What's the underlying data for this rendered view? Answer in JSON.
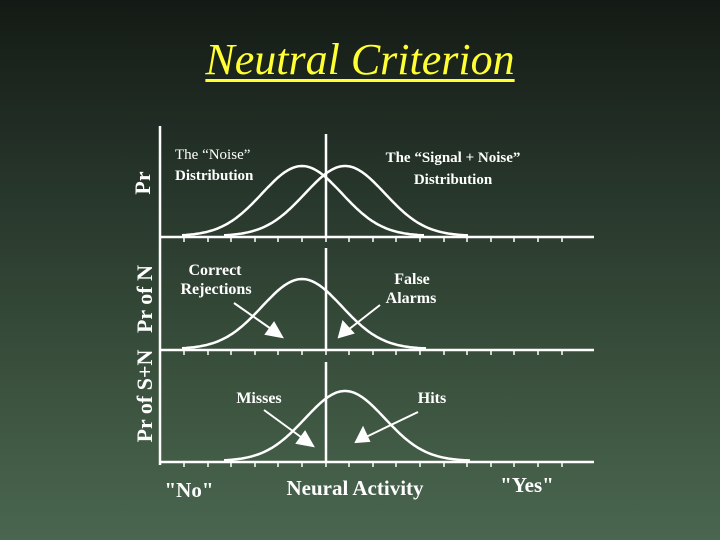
{
  "slide": {
    "title": "Neutral Criterion",
    "panels": {
      "top": {
        "ylabel": "Pr",
        "noise_label_line1": "The “Noise”",
        "noise_label_line2": "Distribution",
        "signal_label_line1": "The “Signal + Noise”",
        "signal_label_line2": "Distribution"
      },
      "middle": {
        "ylabel": "Pr of N",
        "left_label_line1": "Correct",
        "left_label_line2": "Rejections",
        "right_label_line1": "False",
        "right_label_line2": "Alarms"
      },
      "bottom": {
        "ylabel": "Pr of S+N",
        "left_label": "Misses",
        "right_label": "Hits"
      }
    },
    "x_axis": {
      "left_label": "\"No\"",
      "center_label": "Neural Activity",
      "right_label": "\"Yes\""
    }
  },
  "colors": {
    "title": "#ffff33",
    "curves": "#ffffff",
    "text": "#ffffff"
  }
}
